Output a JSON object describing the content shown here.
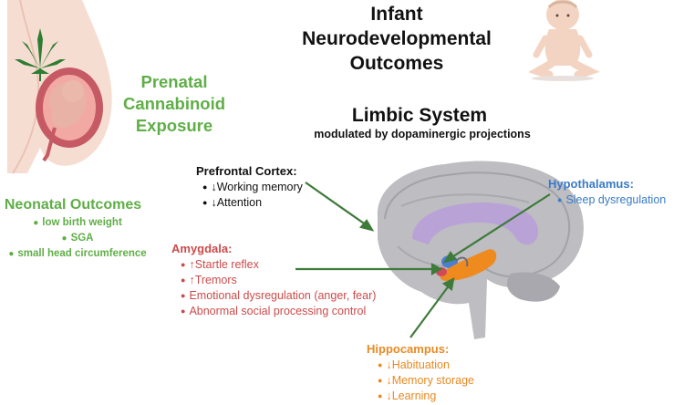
{
  "title": [
    "Infant",
    "Neurodevelopmental",
    "Outcomes"
  ],
  "exposure": [
    "Prenatal",
    "Cannabinoid",
    "Exposure"
  ],
  "limbic": {
    "title": "Limbic System",
    "subtitle": "modulated by dopaminergic projections"
  },
  "neonatal": {
    "title": "Neonatal Outcomes",
    "items": [
      "low birth weight",
      "SGA",
      "small head circumference"
    ]
  },
  "prefrontal": {
    "title": "Prefrontal Cortex:",
    "items": [
      "↓Working memory",
      "↓Attention"
    ]
  },
  "amygdala": {
    "title": "Amygdala:",
    "items": [
      "↑Startle reflex",
      "↑Tremors",
      "Emotional dysregulation (anger, fear)",
      "Abnormal social processing control"
    ]
  },
  "hypothalamus": {
    "title": "Hypothalamus:",
    "items": [
      "Sleep dysregulation"
    ]
  },
  "hippocampus": {
    "title": "Hippocampus:",
    "items": [
      "↓Habituation",
      "↓Memory storage",
      "↓Learning"
    ]
  },
  "colors": {
    "green": "#5fae47",
    "red": "#cc4a4a",
    "blue": "#3a7bc8",
    "orange": "#e88a23",
    "arrow": "#3e7a3a"
  },
  "icons": [
    "cannabis-leaf-icon",
    "pregnant-woman-illustration",
    "infant-illustration",
    "brain-sagittal-illustration"
  ]
}
